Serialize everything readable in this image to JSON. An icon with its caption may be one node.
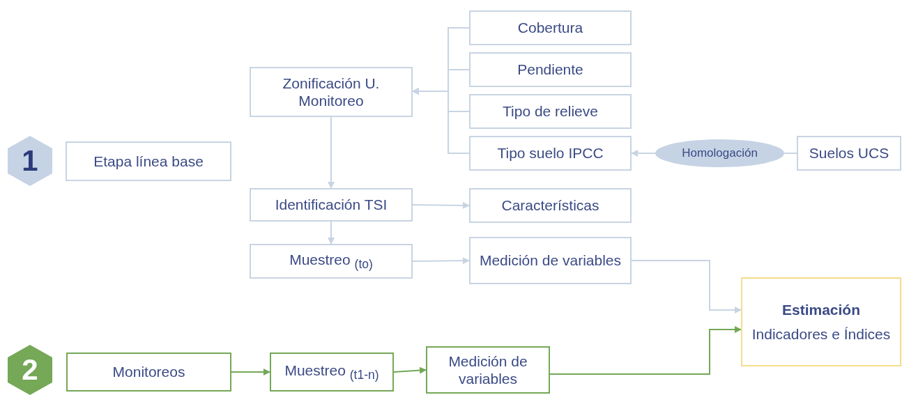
{
  "diagram": {
    "nodes": [
      {
        "text": [
          "1"
        ]
      },
      {
        "text": [
          "Etapa línea base"
        ]
      },
      {
        "text": [
          "Zonificación U. Monitoreo"
        ]
      },
      {
        "text": [
          "Cobertura"
        ]
      },
      {
        "text": [
          "Pendiente"
        ]
      },
      {
        "text": [
          "Tipo de relieve"
        ]
      },
      {
        "text": [
          "Tipo suelo IPCC"
        ]
      },
      {
        "text": [
          "Homologación"
        ]
      },
      {
        "text": [
          "Suelos UCS"
        ]
      },
      {
        "text": [
          "Identificación TSI"
        ]
      },
      {
        "text": [
          "Características"
        ]
      },
      {
        "text": [
          "Muestreo $_{(to)}$"
        ]
      },
      {
        "text": [
          "Medición de variables"
        ]
      },
      {
        "text": [
          "Estimación",
          "Indicadores e Índices"
        ]
      },
      {
        "text": [
          "2"
        ]
      },
      {
        "text": [
          "Monitoreos"
        ]
      },
      {
        "text": [
          "Muestreo $_{(t1-n)}$"
        ]
      },
      {
        "text": [
          "Medición de variables"
        ]
      }
    ],
    "edges": [
      {
        "from": 3,
        "to": 2,
        "arrow": "to"
      },
      {
        "from": 4,
        "to": 2,
        "arrow": "to"
      },
      {
        "from": 5,
        "to": 2,
        "arrow": "to"
      },
      {
        "from": 6,
        "to": 2,
        "arrow": "to"
      },
      {
        "from": 8,
        "to": 7,
        "arrow": "none"
      },
      {
        "from": 7,
        "to": 6,
        "arrow": "to"
      },
      {
        "from": 2,
        "to": 9,
        "arrow": "to"
      },
      {
        "from": 9,
        "to": 10,
        "arrow": "to"
      },
      {
        "from": 9,
        "to": 11,
        "arrow": "to"
      },
      {
        "from": 11,
        "to": 12,
        "arrow": "to"
      },
      {
        "from": 12,
        "to": 13,
        "arrow": "to"
      },
      {
        "from": 15,
        "to": 16,
        "arrow": "to",
        "color": "#72a856"
      },
      {
        "from": 16,
        "to": 17,
        "arrow": "to",
        "color": "#72a856"
      },
      {
        "from": 17,
        "to": 13,
        "arrow": "to",
        "color": "#72a856"
      }
    ]
  }
}
